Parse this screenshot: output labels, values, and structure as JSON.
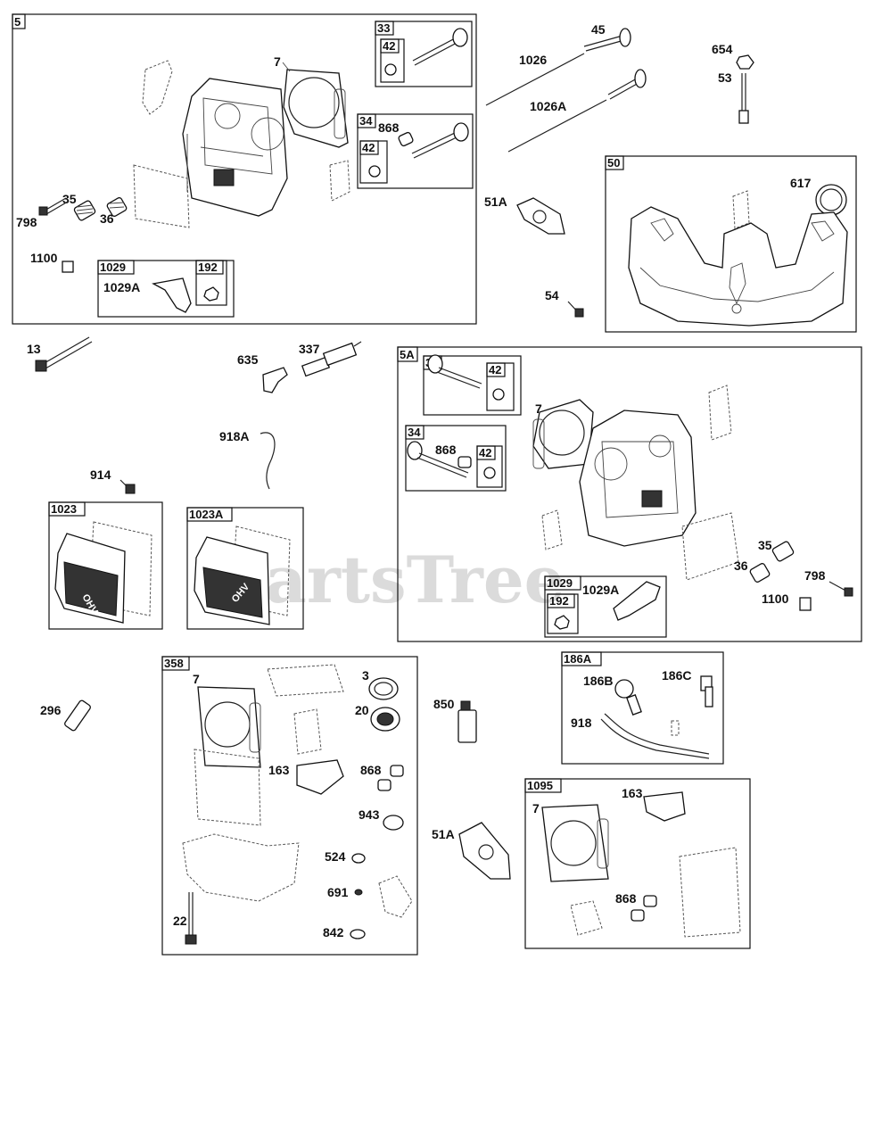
{
  "watermark": "PartsTree",
  "boxes": {
    "b5": "5",
    "b33": "33",
    "b42": "42",
    "b34": "34",
    "b42b": "42",
    "b1029": "1029",
    "b192": "192",
    "b50": "50",
    "b5A": "5A",
    "b33A": "33",
    "b42A": "42",
    "b34A": "34",
    "b42Ab": "42",
    "b1029A": "1029",
    "b192A": "192",
    "b1023": "1023",
    "b1023A": "1023A",
    "b358": "358",
    "b186A": "186A",
    "b1095": "1095"
  },
  "labels": {
    "l7a": "7",
    "l868a": "868",
    "l35a": "35",
    "l798a": "798",
    "l36a": "36",
    "l1100a": "1100",
    "l1029Aa": "1029A",
    "l45": "45",
    "l1026": "1026",
    "l1026A": "1026A",
    "l654": "654",
    "l53": "53",
    "l617": "617",
    "l51Aa": "51A",
    "l54": "54",
    "l13": "13",
    "l635": "635",
    "l337": "337",
    "l918A": "918A",
    "l914": "914",
    "l7b": "7",
    "l868b": "868",
    "l35b": "35",
    "l36b": "36",
    "l798b": "798",
    "l1100b": "1100",
    "l1029Ab": "1029A",
    "l296": "296",
    "l7c": "7",
    "l3": "3",
    "l20": "20",
    "l163a": "163",
    "l868c": "868",
    "l943": "943",
    "l524": "524",
    "l691": "691",
    "l842": "842",
    "l22": "22",
    "l850": "850",
    "l186B": "186B",
    "l186C": "186C",
    "l918": "918",
    "l51Ab": "51A",
    "l163b": "163",
    "l7d": "7",
    "l868d": "868"
  },
  "part_text": {
    "ohv_a": "OHV",
    "ohv_b": "OHV"
  }
}
